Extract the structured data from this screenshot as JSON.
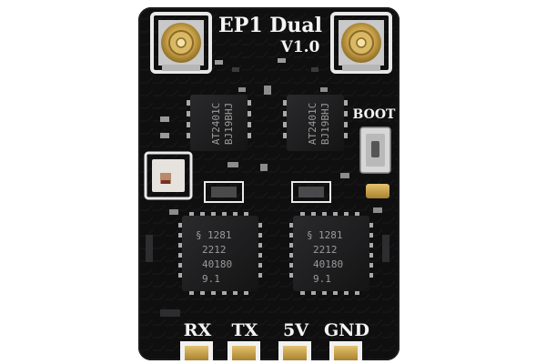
{
  "board": {
    "title": "EP1 Dual",
    "version": "V1.0",
    "boot_label": "BOOT",
    "pins": [
      "RX",
      "TX",
      "5V",
      "GND"
    ]
  },
  "chips": {
    "rf_frontend": [
      {
        "line1": "AT2401C",
        "line2": "BJ19BHJ"
      },
      {
        "line1": "AT2401C",
        "line2": "BJ19BHJ"
      }
    ],
    "transceiver": [
      {
        "lines": [
          "1281",
          "2212",
          "40180",
          "9.1"
        ]
      },
      {
        "lines": [
          "1281",
          "2212",
          "40180",
          "9.1"
        ]
      }
    ]
  },
  "colors": {
    "pcb": "#0f0f10",
    "pcb_edge": "#1b1b1d",
    "silkscreen": "#f4f4f4",
    "gold": "#c9a24a",
    "chip": "#1d1d1f",
    "pin_metal": "#b9b9b9"
  },
  "icons": [
    "ufl-antenna-connector-icon",
    "boot-button-icon",
    "led-icon"
  ]
}
